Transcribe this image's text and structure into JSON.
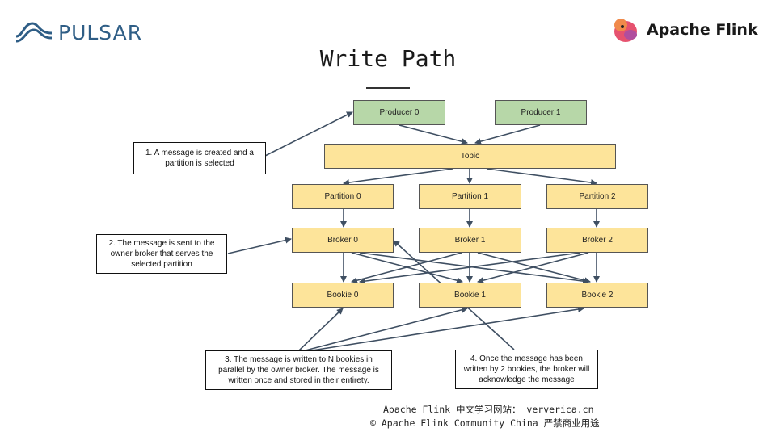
{
  "logos": {
    "pulsar": "PULSAR",
    "flink": "Apache Flink"
  },
  "title": "Write Path",
  "nodes": {
    "producer0": "Producer 0",
    "producer1": "Producer 1",
    "topic": "Topic",
    "partition0": "Partition 0",
    "partition1": "Partition 1",
    "partition2": "Partition 2",
    "broker0": "Broker 0",
    "broker1": "Broker 1",
    "broker2": "Broker 2",
    "bookie0": "Bookie 0",
    "bookie1": "Bookie 1",
    "bookie2": "Bookie 2"
  },
  "callouts": {
    "step1": "1. A message is created and a partition is selected",
    "step2": "2. The message is sent to the owner broker that serves the selected partition",
    "step3": "3. The message is written to N bookies in parallel by the owner broker. The message is written once and stored in their entirety.",
    "step4": "4. Once the message has been written by 2 bookies, the broker will acknowledge the message"
  },
  "footer": {
    "line1": "Apache Flink 中文学习网站： ververica.cn",
    "line2": "© Apache Flink Community China  严禁商业用途"
  },
  "colors": {
    "producer_fill": "#b7d7a8",
    "node_fill": "#fde49a",
    "edge": "#3f4f62",
    "pulsar_blue": "#2f5e86"
  }
}
